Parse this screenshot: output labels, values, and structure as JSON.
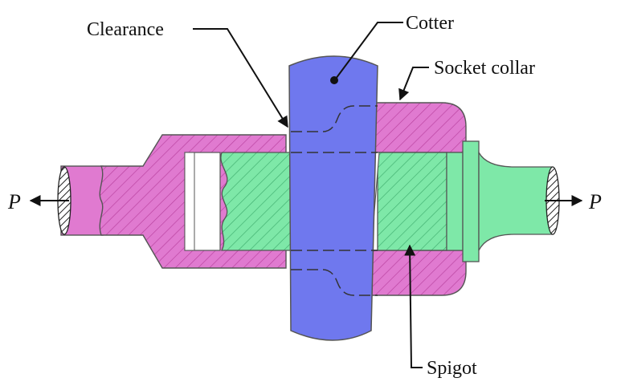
{
  "labels": {
    "clearance": "Clearance",
    "cotter": "Cotter",
    "socket_collar": "Socket collar",
    "spigot": "Spigot",
    "force_left": "P",
    "force_right": "P"
  },
  "colors": {
    "socket": "#e07ad0",
    "socket_hatch": "#b8409e",
    "spigot": "#7ee8a8",
    "spigot_hatch": "#3fae6e",
    "cotter": "#6f78ee",
    "outline": "#555555",
    "leader": "#111111"
  }
}
